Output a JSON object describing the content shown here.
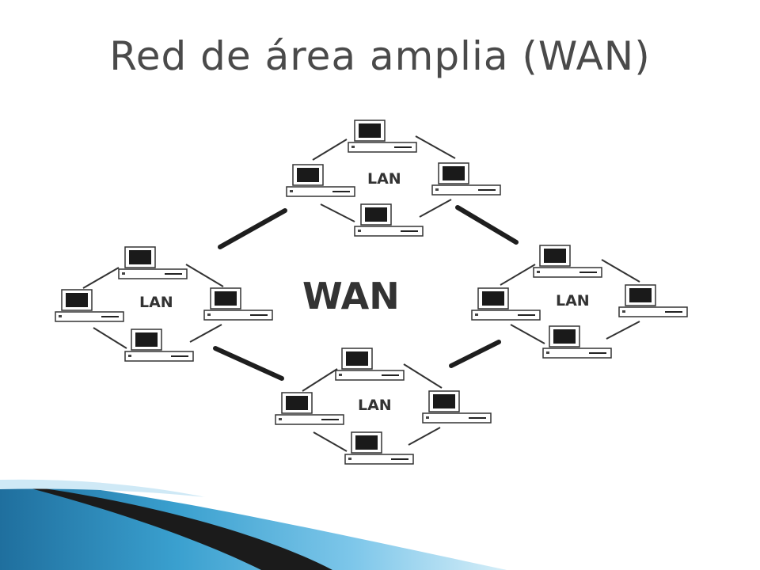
{
  "slide": {
    "title": "Red de área amplia (WAN)"
  },
  "diagram": {
    "center_label": "WAN",
    "lan_label": "LAN",
    "lans": [
      {
        "id": "top",
        "label": "LAN",
        "computers": 4
      },
      {
        "id": "left",
        "label": "LAN",
        "computers": 4
      },
      {
        "id": "right",
        "label": "LAN",
        "computers": 4
      },
      {
        "id": "bottom",
        "label": "LAN",
        "computers": 4
      }
    ],
    "wan_links": [
      {
        "from": "top",
        "to": "left"
      },
      {
        "from": "top",
        "to": "right"
      },
      {
        "from": "left",
        "to": "bottom"
      },
      {
        "from": "right",
        "to": "bottom"
      }
    ]
  },
  "colors": {
    "title": "#4a4a4a",
    "lines": "#222222",
    "swoosh_dark": "#1b1b1b",
    "swoosh_blue": "#2b7fb0",
    "swoosh_light": "#7ec7ea"
  }
}
